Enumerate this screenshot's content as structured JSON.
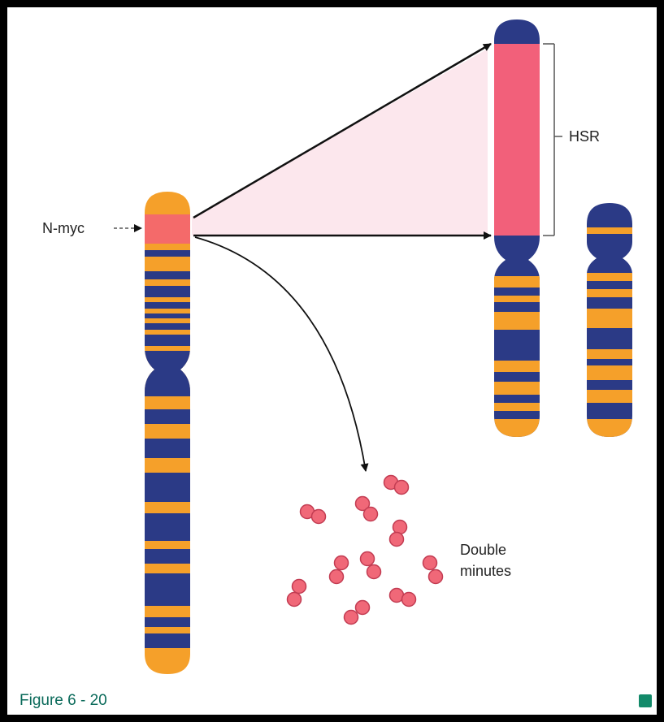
{
  "labels": {
    "gene": "N-myc",
    "hsr": "HSR",
    "double_minutes_line1": "Double",
    "double_minutes_line2": "minutes"
  },
  "caption": "Figure 6 - 20",
  "colors": {
    "band_orange": "#f5a02a",
    "band_navy": "#2b3a86",
    "amplicon_red": "#f46a6a",
    "hsr_pink": "#f2607a",
    "caption_green": "#0a6a5a",
    "arrow": "#111111"
  },
  "icons": {
    "corner": "square-marker-icon"
  }
}
